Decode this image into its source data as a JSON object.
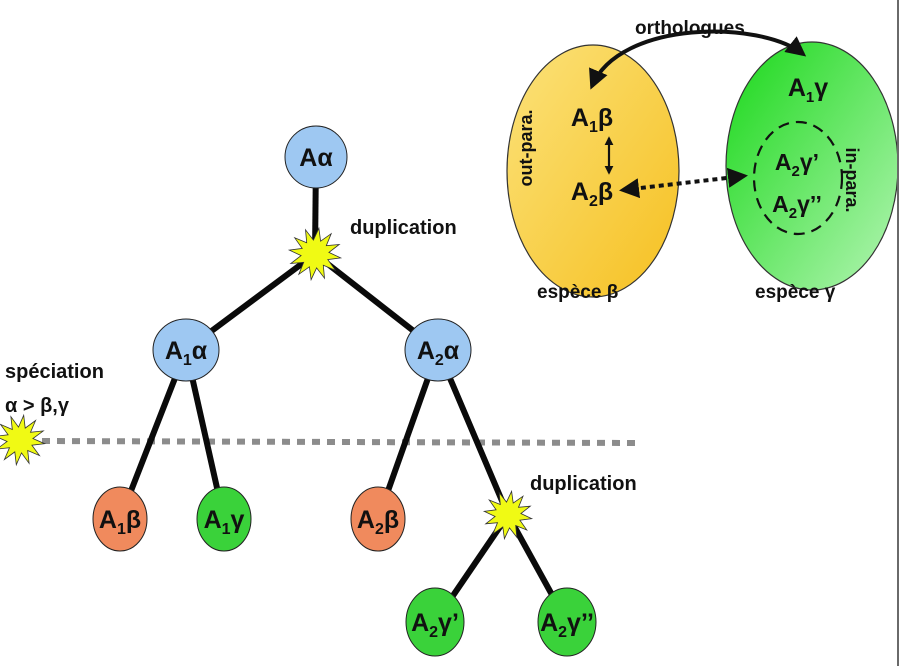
{
  "colors": {
    "ancestor_node": "#9ec8f2",
    "beta_node": "#f08a5d",
    "gamma_node": "#3ad23a",
    "star": "#f0fa14",
    "species_beta_fill_start": "#fbe27a",
    "species_beta_fill_end": "#f6c021",
    "species_gamma_fill_start": "#19d819",
    "species_gamma_fill_end": "#b4f5b4",
    "speciation_line": "#8c8c8c"
  },
  "tree": {
    "nodes": [
      {
        "id": "A_alpha",
        "base": "A",
        "sub": "",
        "greek": "α",
        "type": "ancestor"
      },
      {
        "id": "A1_alpha",
        "base": "A",
        "sub": "1",
        "greek": "α",
        "type": "ancestor"
      },
      {
        "id": "A2_alpha",
        "base": "A",
        "sub": "2",
        "greek": "α",
        "type": "ancestor"
      },
      {
        "id": "A1_beta",
        "base": "A",
        "sub": "1",
        "greek": "β",
        "type": "beta"
      },
      {
        "id": "A1_gamma",
        "base": "A",
        "sub": "1",
        "greek": "γ",
        "type": "gamma"
      },
      {
        "id": "A2_beta",
        "base": "A",
        "sub": "2",
        "greek": "β",
        "type": "beta"
      },
      {
        "id": "A2_gamma1",
        "base": "A",
        "sub": "2",
        "greek": "γ’",
        "type": "gamma"
      },
      {
        "id": "A2_gamma2",
        "base": "A",
        "sub": "2",
        "greek": "γ’’",
        "type": "gamma"
      }
    ],
    "edges": [
      [
        "A_alpha",
        "dup1"
      ],
      [
        "dup1",
        "A1_alpha"
      ],
      [
        "dup1",
        "A2_alpha"
      ],
      [
        "A1_alpha",
        "A1_beta"
      ],
      [
        "A1_alpha",
        "A1_gamma"
      ],
      [
        "A2_alpha",
        "A2_beta"
      ],
      [
        "A2_alpha",
        "dup2"
      ],
      [
        "dup2",
        "A2_gamma1"
      ],
      [
        "dup2",
        "A2_gamma2"
      ]
    ],
    "events": {
      "duplication_top": "duplication",
      "duplication_bottom": "duplication",
      "speciation_line1": "spéciation",
      "speciation_line2": "α > β,γ"
    }
  },
  "species_panel": {
    "orthologues_label": "orthologues",
    "out_para_label": "out-para.",
    "in_para_label": "in-para.",
    "species_beta_label": "espèce β",
    "species_gamma_label": "espèce γ",
    "beta_genes": [
      {
        "base": "A",
        "sub": "1",
        "greek": "β"
      },
      {
        "base": "A",
        "sub": "2",
        "greek": "β"
      }
    ],
    "gamma_genes": [
      {
        "base": "A",
        "sub": "1",
        "greek": "γ"
      },
      {
        "base": "A",
        "sub": "2",
        "greek": "γ’"
      },
      {
        "base": "A",
        "sub": "2",
        "greek": "γ’’"
      }
    ]
  }
}
